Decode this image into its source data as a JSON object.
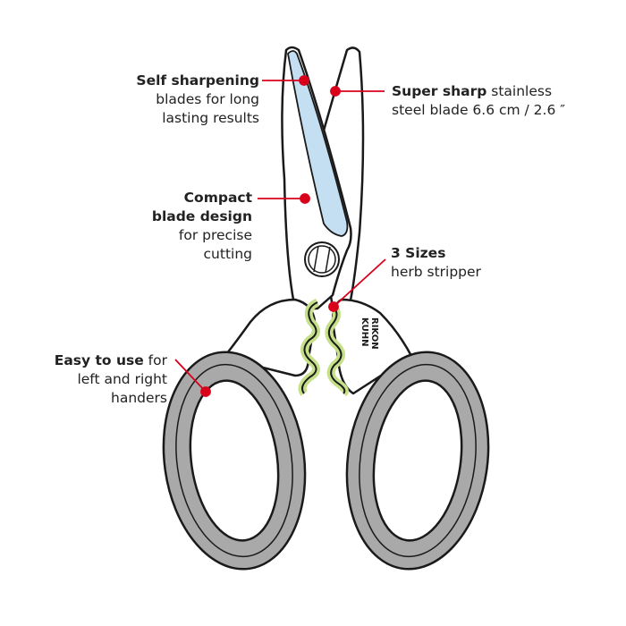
{
  "colors": {
    "accent": "#d9001b",
    "blade_edge": "#c5dff2",
    "handle": "#a9a9a9",
    "stripper": "#c6e08a",
    "outline": "#1a1a1a"
  },
  "logo": {
    "line1": "KUHN",
    "line2": "RIKON"
  },
  "annotations": {
    "self_sharpening": {
      "bold": "Self sharpening",
      "line2": "blades for long",
      "line3": "lasting results"
    },
    "super_sharp": {
      "bold": "Super sharp",
      "rest": " stainless",
      "line2": "steel blade 6.6 cm / 2.6 ″"
    },
    "compact": {
      "bold1": "Compact",
      "bold2": "blade design",
      "line3": "for precise",
      "line4": "cutting"
    },
    "sizes": {
      "bold": "3 Sizes",
      "line2": "herb stripper"
    },
    "easy": {
      "bold": "Easy to use",
      "rest": " for",
      "line2": "left and right",
      "line3": "handers"
    }
  }
}
